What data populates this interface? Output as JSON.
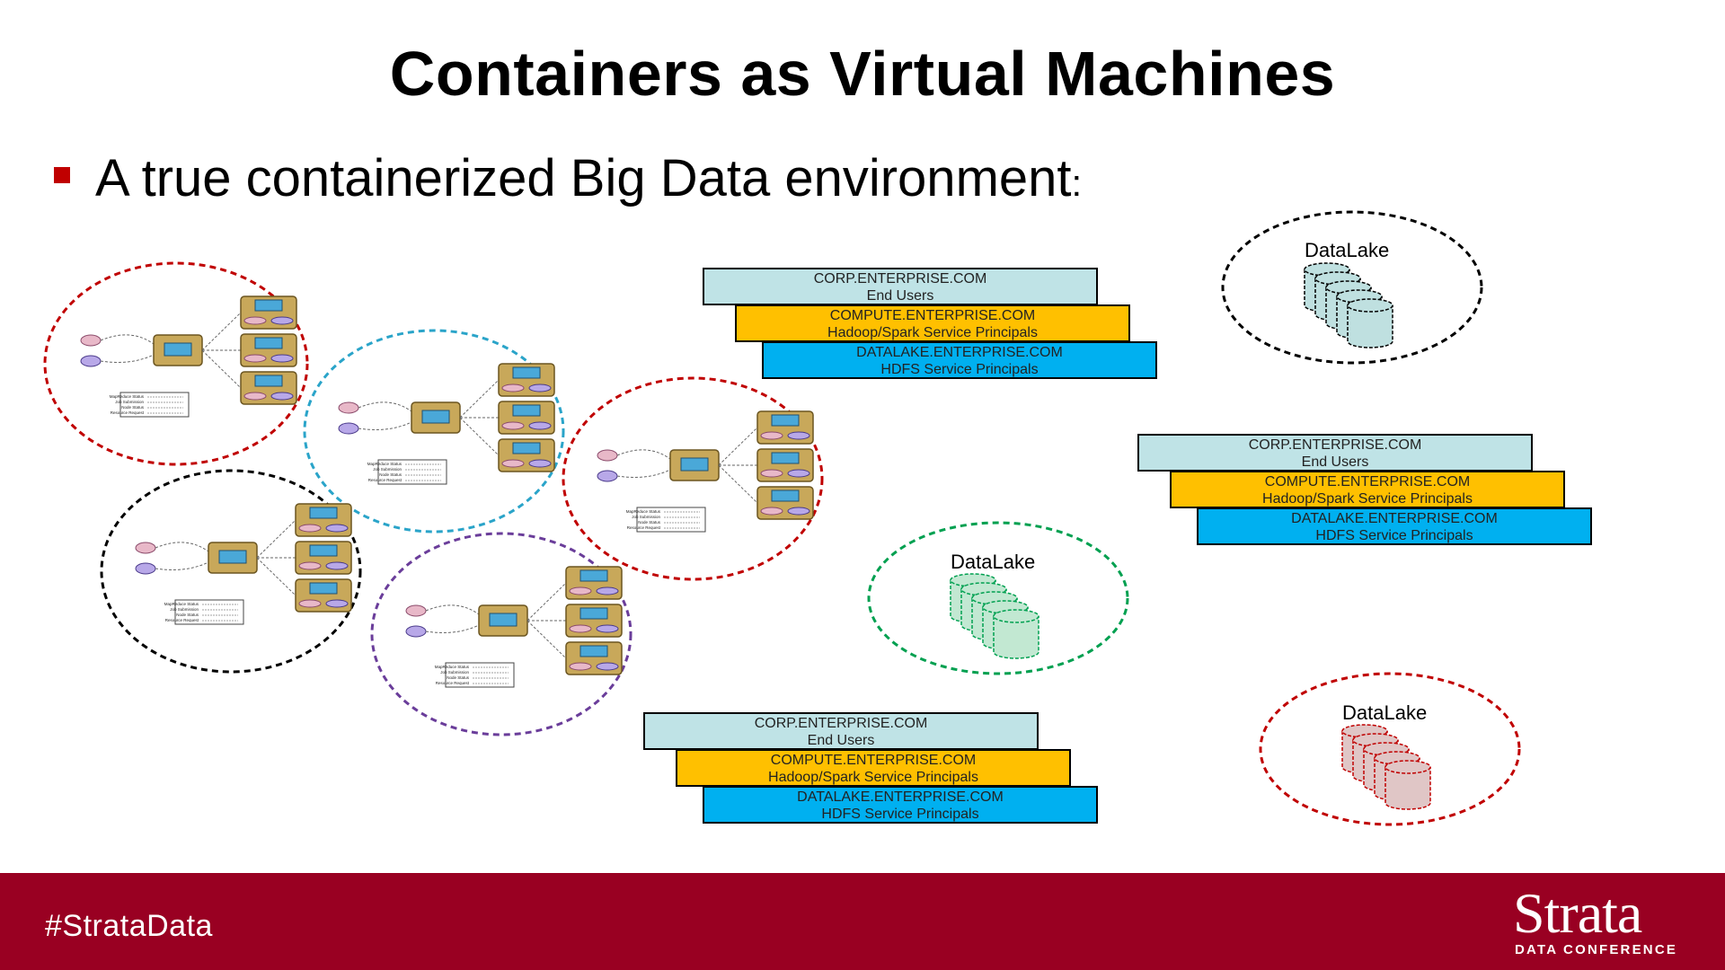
{
  "slide": {
    "title": "Containers as Virtual Machines",
    "bullet": "A true containerized Big Data environment",
    "bullet_colon": ":"
  },
  "clusters": [
    {
      "color": "#c00000",
      "items": [
        "MapReduce Status",
        "Job Submission",
        "Node Status",
        "Resource Request"
      ]
    },
    {
      "color": "#2aa4c9",
      "items": [
        "MapReduce Status",
        "Job Submission",
        "Node Status",
        "Resource Request"
      ]
    },
    {
      "color": "#c00000",
      "items": [
        "MapReduce Status",
        "Job Submission",
        "Node Status",
        "Resource Request"
      ]
    },
    {
      "color": "#000000",
      "items": [
        "MapReduce Status",
        "Job Submission",
        "Node Status",
        "Resource Request"
      ]
    },
    {
      "color": "#6a3d9a",
      "items": [
        "MapReduce Status",
        "Job Submission",
        "Node Status",
        "Resource Request"
      ]
    }
  ],
  "realm_stacks": [
    {
      "corp": {
        "line1": "CORP.ENTERPRISE.COM",
        "line2": "End Users"
      },
      "compute": {
        "line1": "COMPUTE.ENTERPRISE.COM",
        "line2": "Hadoop/Spark Service Principals"
      },
      "datalake": {
        "line1": "DATALAKE.ENTERPRISE.COM",
        "line2": "HDFS Service Principals"
      }
    },
    {
      "corp": {
        "line1": "CORP.ENTERPRISE.COM",
        "line2": "End Users"
      },
      "compute": {
        "line1": "COMPUTE.ENTERPRISE.COM",
        "line2": "Hadoop/Spark Service Principals"
      },
      "datalake": {
        "line1": "DATALAKE.ENTERPRISE.COM",
        "line2": "HDFS Service Principals"
      }
    },
    {
      "corp": {
        "line1": "CORP.ENTERPRISE.COM",
        "line2": "End Users"
      },
      "compute": {
        "line1": "COMPUTE.ENTERPRISE.COM",
        "line2": "Hadoop/Spark Service Principals"
      },
      "datalake": {
        "line1": "DATALAKE.ENTERPRISE.COM",
        "line2": "HDFS Service Principals"
      }
    }
  ],
  "datalakes": [
    {
      "label": "DataLake",
      "color": "#000000"
    },
    {
      "label": "DataLake",
      "color": "#00a050"
    },
    {
      "label": "DataLake",
      "color": "#c00000"
    }
  ],
  "footer": {
    "hashtag": "#StrataData",
    "brand": "Strata",
    "brand_sub": "DATA CONFERENCE",
    "background": "#990022"
  }
}
